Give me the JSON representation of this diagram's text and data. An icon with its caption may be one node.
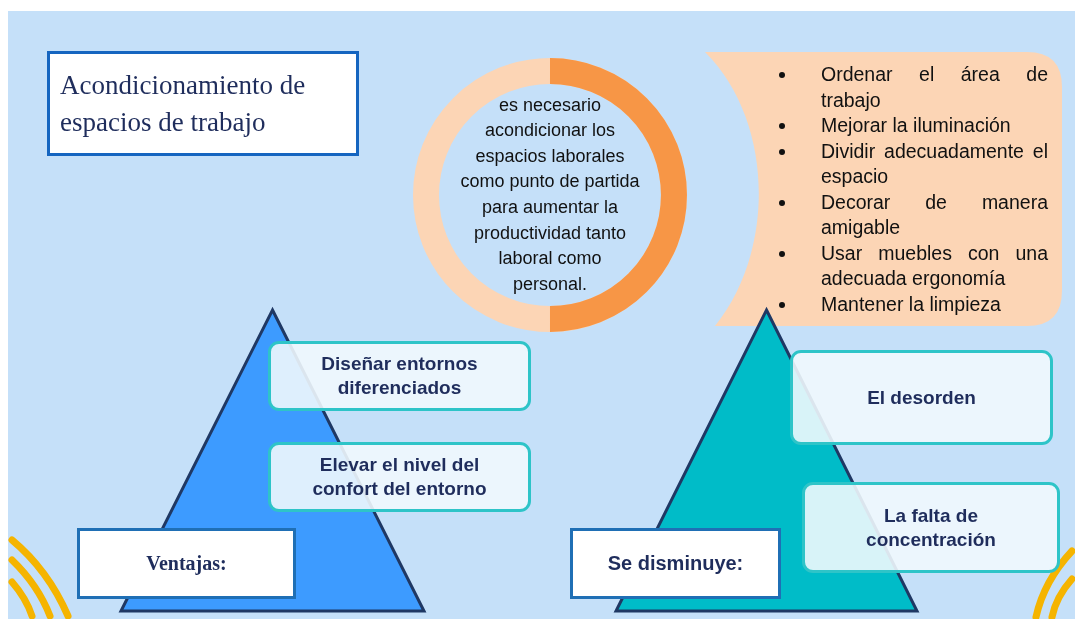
{
  "diagram": {
    "nodes": [
      {
        "text": [
          "Acondicionamiento de espacios de trabajo"
        ]
      },
      {
        "text": [
          "es necesario acondicionar los espacios laborales como punto de partida para aumentar la productividad tanto laboral como personal."
        ]
      },
      {
        "text": [
          "Ordenar el área de trabajo",
          "Mejorar la iluminación",
          "Dividir adecuadamente el espacio",
          "Decorar de manera amigable",
          "Usar muebles con una adecuada ergonomía",
          "Mantener la limpieza"
        ]
      },
      {
        "text": [],
        "shape": "triangle"
      },
      {
        "text": [
          "Diseñar entornos diferenciados"
        ]
      },
      {
        "text": [
          "Elevar el nivel del confort del entorno"
        ]
      },
      {
        "text": [
          "Ventajas:"
        ]
      },
      {
        "text": [],
        "shape": "triangle"
      },
      {
        "text": [
          "El desorden"
        ]
      },
      {
        "text": [
          "La falta de concentración"
        ]
      },
      {
        "text": [
          "Se disminuye:"
        ]
      }
    ]
  }
}
